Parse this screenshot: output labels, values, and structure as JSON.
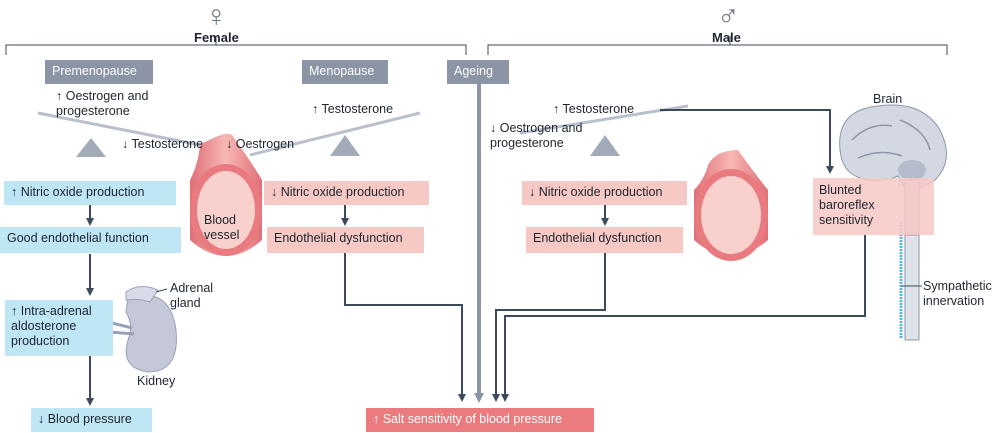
{
  "sections": {
    "female": {
      "symbol": "♀",
      "label": "Female"
    },
    "male": {
      "symbol": "♂",
      "label": "Male"
    }
  },
  "stages": {
    "premenopause": "Premenopause",
    "menopause": "Menopause",
    "ageing": "Ageing"
  },
  "hormones": {
    "premeno_up": "↑ Oestrogen and",
    "premeno_up_2": "progesterone",
    "premeno_down": "↓ Testosterone",
    "meno_down": "↓ Oestrogen",
    "meno_up": "↑ Testosterone",
    "male_up": "↑ Testosterone",
    "male_down": "↓ Oestrogen and",
    "male_down_2": "progesterone"
  },
  "boxes": {
    "no_up": "↑ Nitric oxide production",
    "good_endo": "Good endothelial function",
    "aldo_1": "↑ Intra-adrenal",
    "aldo_2": "aldosterone",
    "aldo_3": "production",
    "bp_down": "↓ Blood pressure",
    "meno_no_down": "↓ Nitric oxide production",
    "meno_endo": "Endothelial dysfunction",
    "male_no_down": "↓ Nitric oxide production",
    "male_endo": "Endothelial dysfunction",
    "baro_1": "Blunted",
    "baro_2": "baroreflex",
    "baro_3": "sensitivity",
    "salt": "↑ Salt sensitivity of blood pressure"
  },
  "labels": {
    "blood_1": "Blood",
    "blood_2": "vessel",
    "adrenal_1": "Adrenal",
    "adrenal_2": "gland",
    "kidney": "Kidney",
    "brain": "Brain",
    "symp_1": "Sympathetic",
    "symp_2": "innervation"
  },
  "colors": {
    "blue_box": "#bfe6f5",
    "pink_box": "#f7c9c5",
    "grey_box": "#8b95a6",
    "arrow": "#3d4a5c",
    "vessel": "#e58a8f"
  }
}
